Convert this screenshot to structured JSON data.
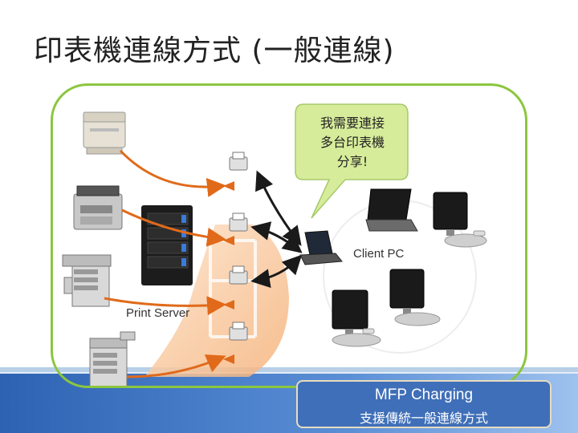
{
  "slide": {
    "title": "印表機連線方式 (一般連線)"
  },
  "bubble": {
    "line1": "我需要連接",
    "line2": "多台印表機",
    "line3": "分享!"
  },
  "labels": {
    "client_pc": "Client PC",
    "print_server": "Print Server"
  },
  "footer": {
    "line1": "MFP Charging",
    "line2": "支援傳統一般連線方式"
  },
  "colors": {
    "frame_green": "#8cc63f",
    "bubble_green": "#d7ec9b",
    "server_zone": "#f9c79a",
    "cable_orange": "#e06a1a",
    "footer_blue": "#3f6fb8"
  }
}
